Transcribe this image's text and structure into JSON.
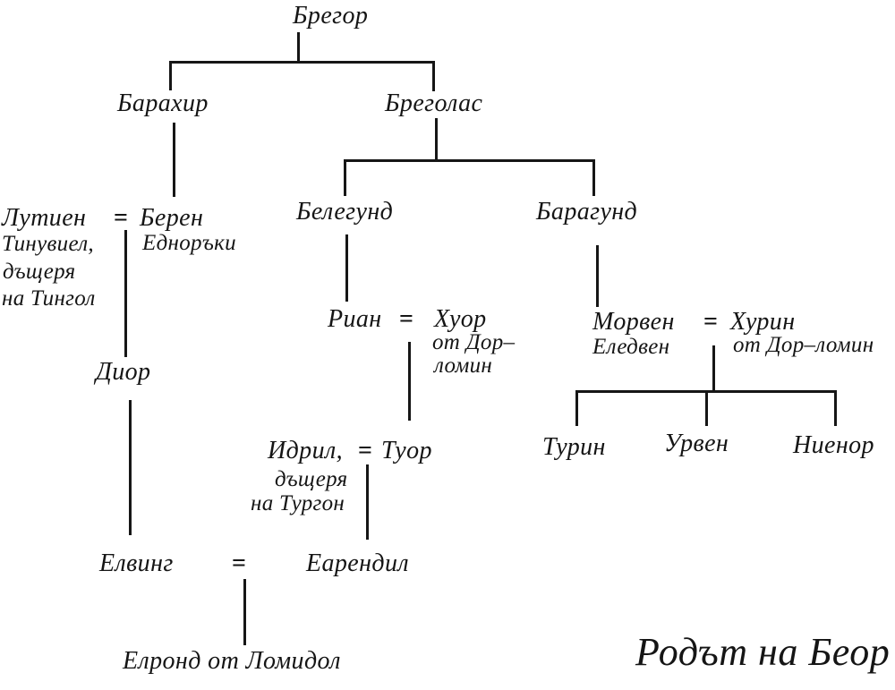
{
  "title": "Родът на Беор",
  "marriage_symbol": "=",
  "people": {
    "bregor": {
      "name": "Брегор"
    },
    "barahir": {
      "name": "Барахир"
    },
    "bregolas": {
      "name": "Бреголас"
    },
    "luthien": {
      "name": "Лутиен",
      "notes": [
        "Тинувиел,",
        "дъщеря",
        "на Тингол"
      ]
    },
    "beren": {
      "name": "Берен",
      "note": "Едноръки"
    },
    "belegund": {
      "name": "Белегунд"
    },
    "baragund": {
      "name": "Барагунд"
    },
    "rian": {
      "name": "Риан"
    },
    "huor": {
      "name": "Хуор",
      "notes": [
        "от Дор–",
        "ломин"
      ]
    },
    "morwen": {
      "name": "Морвен",
      "note": "Еледвен"
    },
    "hurin": {
      "name": "Хурин",
      "note": "от Дор–ломин"
    },
    "dior": {
      "name": "Диор"
    },
    "turin": {
      "name": "Турин"
    },
    "urwen": {
      "name": "Урвен"
    },
    "nienor": {
      "name": "Ниенор"
    },
    "idril": {
      "name": "Идрил,",
      "notes": [
        "дъщеря",
        "на Тургон"
      ]
    },
    "tuor": {
      "name": "Туор"
    },
    "elwing": {
      "name": "Елвинг"
    },
    "earendil": {
      "name": "Еарендил"
    },
    "elrond": {
      "name": "Елронд от Ломидол"
    }
  }
}
